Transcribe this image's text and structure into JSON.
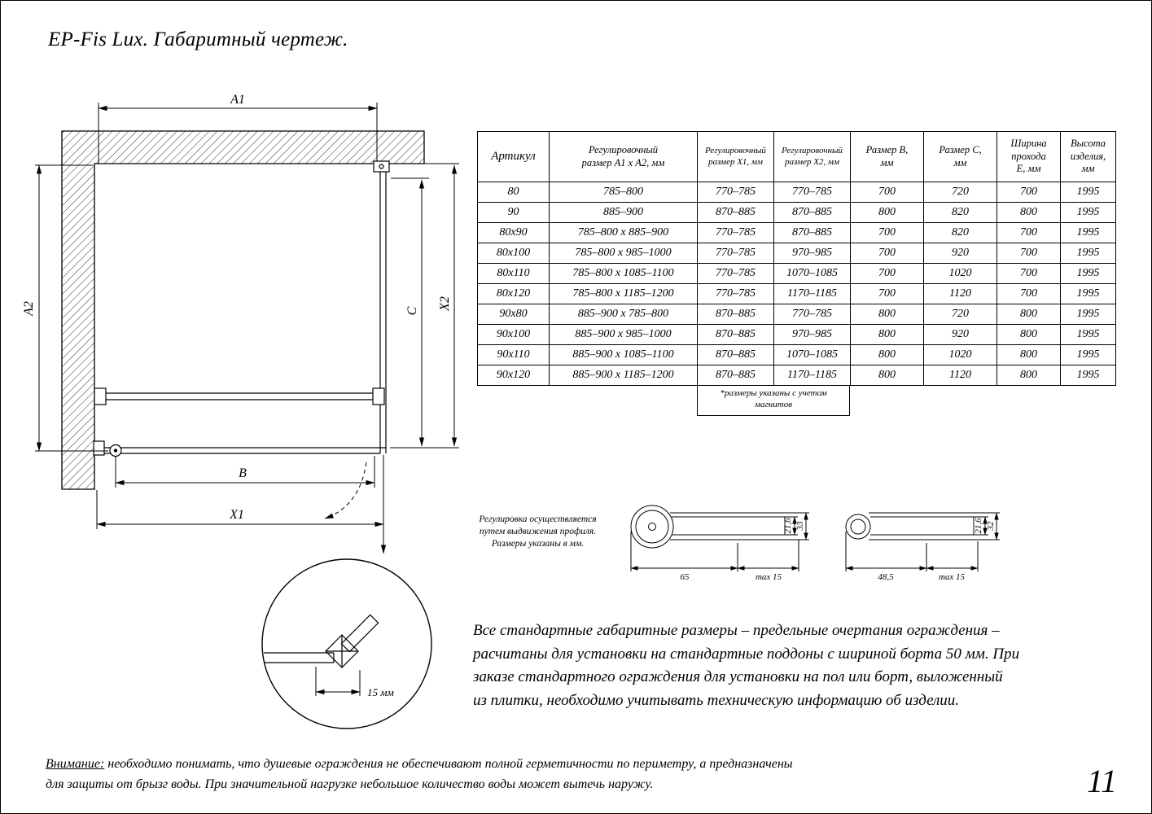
{
  "page": {
    "title": "EP-Fis Lux. Габаритный чертеж.",
    "number": "11"
  },
  "drawing": {
    "labels": {
      "a1": "A1",
      "a2": "A2",
      "x1": "X1",
      "x2": "X2",
      "b": "B",
      "c": "C",
      "detail_size": "15 мм"
    }
  },
  "profiles": {
    "note_lines": [
      "Регулировка осуществляется",
      "путем выдвижения профиля.",
      "Размеры указаны в мм."
    ],
    "left": {
      "width": "65",
      "adjust": "max 15",
      "inner_height": "21,6",
      "outer_height": "33"
    },
    "right": {
      "width": "48,5",
      "adjust": "max 15",
      "inner_height": "21,6",
      "outer_height": "32"
    }
  },
  "table": {
    "headers": [
      "Артикул",
      "Регулировочный\nразмер A1 х A2, мм",
      "Регулировочный\nразмер X1, мм",
      "Регулировочный\nразмер X2, мм",
      "Размер B,\nмм",
      "Размер C,\nмм",
      "Ширина\nпрохода\nЕ, мм",
      "Высота\nизделия,\nмм"
    ],
    "rows": [
      [
        "80",
        "785–800",
        "770–785",
        "770–785",
        "700",
        "720",
        "700",
        "1995"
      ],
      [
        "90",
        "885–900",
        "870–885",
        "870–885",
        "800",
        "820",
        "800",
        "1995"
      ],
      [
        "80х90",
        "785–800 х 885–900",
        "770–785",
        "870–885",
        "700",
        "820",
        "700",
        "1995"
      ],
      [
        "80х100",
        "785–800 х 985–1000",
        "770–785",
        "970–985",
        "700",
        "920",
        "700",
        "1995"
      ],
      [
        "80х110",
        "785–800 х 1085–1100",
        "770–785",
        "1070–1085",
        "700",
        "1020",
        "700",
        "1995"
      ],
      [
        "80х120",
        "785–800 х 1185–1200",
        "770–785",
        "1170–1185",
        "700",
        "1120",
        "700",
        "1995"
      ],
      [
        "90х80",
        "885–900 х 785–800",
        "870–885",
        "770–785",
        "800",
        "720",
        "800",
        "1995"
      ],
      [
        "90х100",
        "885–900 х 985–1000",
        "870–885",
        "970–985",
        "800",
        "920",
        "800",
        "1995"
      ],
      [
        "90х110",
        "885–900 х 1085–1100",
        "870–885",
        "1070–1085",
        "800",
        "1020",
        "800",
        "1995"
      ],
      [
        "90х120",
        "885–900 х 1185–1200",
        "870–885",
        "1170–1185",
        "800",
        "1120",
        "800",
        "1995"
      ]
    ],
    "footnote": "*размеры указаны с учетом\nмагнитов"
  },
  "paragraph": {
    "lines": [
      "Все стандартные габаритные размеры – предельные очертания ограждения –",
      "расчитаны для установки на стандартные поддоны с шириной борта 50 мм. При",
      "заказе стандартного ограждения для установки на пол или борт, выложенный",
      "из плитки, необходимо учитывать техническую информацию об изделии."
    ]
  },
  "warning": {
    "label": "Внимание:",
    "line1": " необходимо понимать, что душевые ограждения не обеспечивают полной герметичности по периметру, а предназначены",
    "line2": "для защиты от брызг воды. При значительной нагрузке небольшое количество воды может вытечь наружу."
  }
}
